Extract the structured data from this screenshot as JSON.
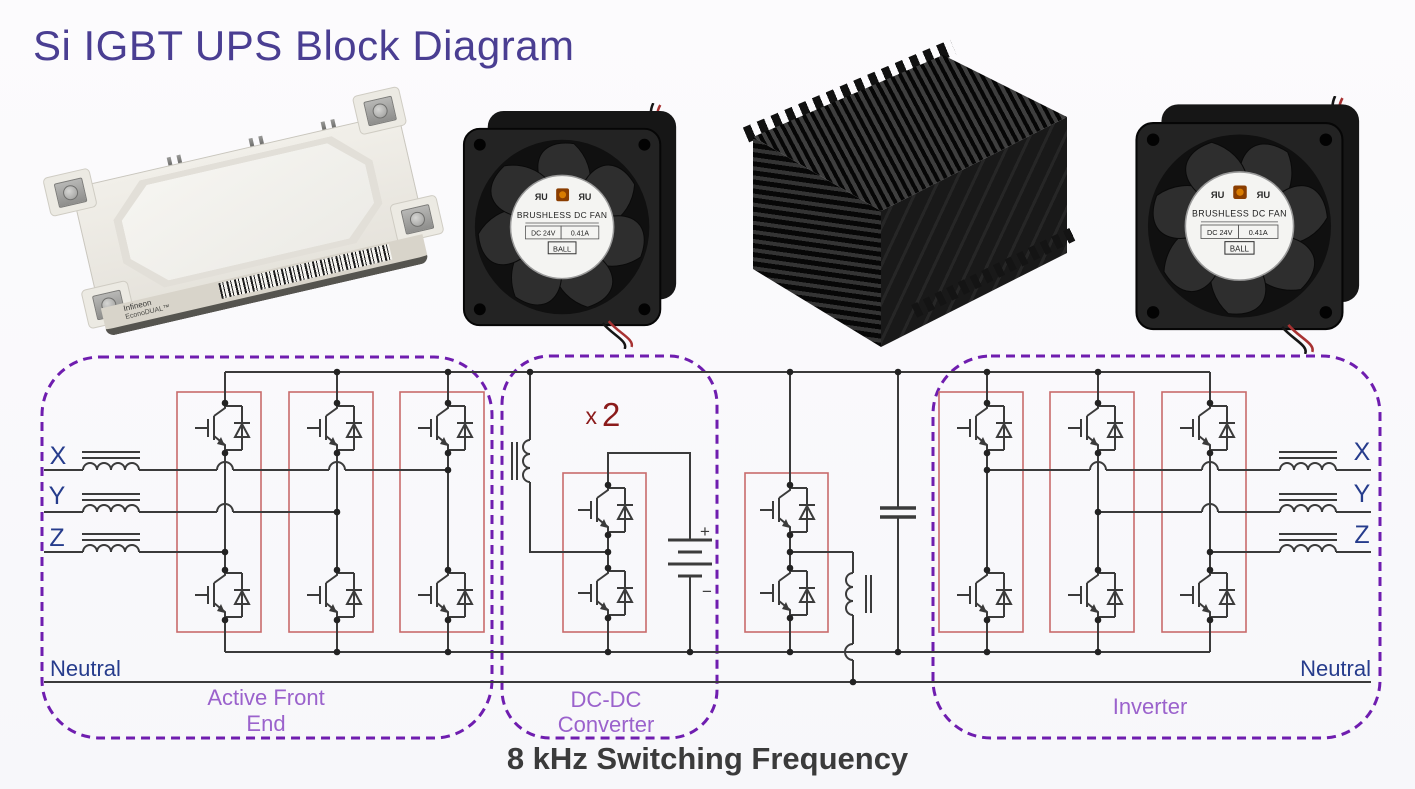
{
  "title": "Si IGBT UPS Block Diagram",
  "caption": "8 kHz Switching Frequency",
  "sections": {
    "afe": {
      "line1": "Active Front",
      "line2": "End"
    },
    "dcdc": {
      "line1": "DC-DC",
      "line2": "Converter",
      "multiplier_prefix": "x",
      "multiplier_value": "2"
    },
    "inverter": {
      "line1": "Inverter"
    }
  },
  "phases": {
    "left": [
      "X",
      "Y",
      "Z"
    ],
    "right": [
      "X",
      "Y",
      "Z"
    ]
  },
  "neutral": {
    "left": "Neutral",
    "right": "Neutral"
  },
  "battery": {
    "plus": "+",
    "minus": "−"
  },
  "photos": {
    "module": {
      "brand": "Infineon",
      "series": "EconoDUAL™"
    },
    "fan": {
      "title": "BRUSHLESS DC FAN",
      "voltage": "DC 24V",
      "current": "0.41A",
      "bearing": "BALL",
      "cert_left": "ЯU",
      "cert_right": "ЯU"
    }
  },
  "colors": {
    "title": "#4a3e92",
    "section_border": "#6f1daf",
    "section_label": "#9b62cc",
    "phase_label": "#263c8c",
    "multiplier": "#8b1b1b",
    "circuit_line": "#3b3b3b",
    "igbt_box": "#c96b6b",
    "caption": "#3b3b3b"
  }
}
